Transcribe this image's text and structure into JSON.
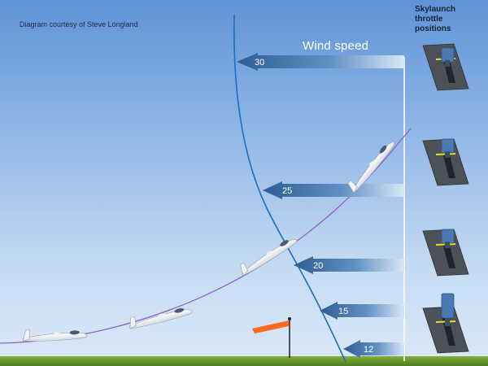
{
  "credit": "Diagram courtesy of Steve Longland",
  "throttle_title": "Skylaunch throttle positions",
  "wind_title": "Wind speed",
  "wind_arrows": [
    {
      "value": "30"
    },
    {
      "value": "25"
    },
    {
      "value": "20"
    },
    {
      "value": "15"
    },
    {
      "value": "12"
    }
  ],
  "colors": {
    "sky_top": "#5f92d6",
    "ground": "#6a9a2c",
    "arrow": "#3f6b9f",
    "wind_curve": "#1a6fbf",
    "launch_path": "#8a5cc8",
    "windsock": "#ff6a1a",
    "throttle_band": "#e6e21a"
  },
  "icons": [
    "glider-icon",
    "windsock-icon",
    "throttle-lever-icon"
  ]
}
